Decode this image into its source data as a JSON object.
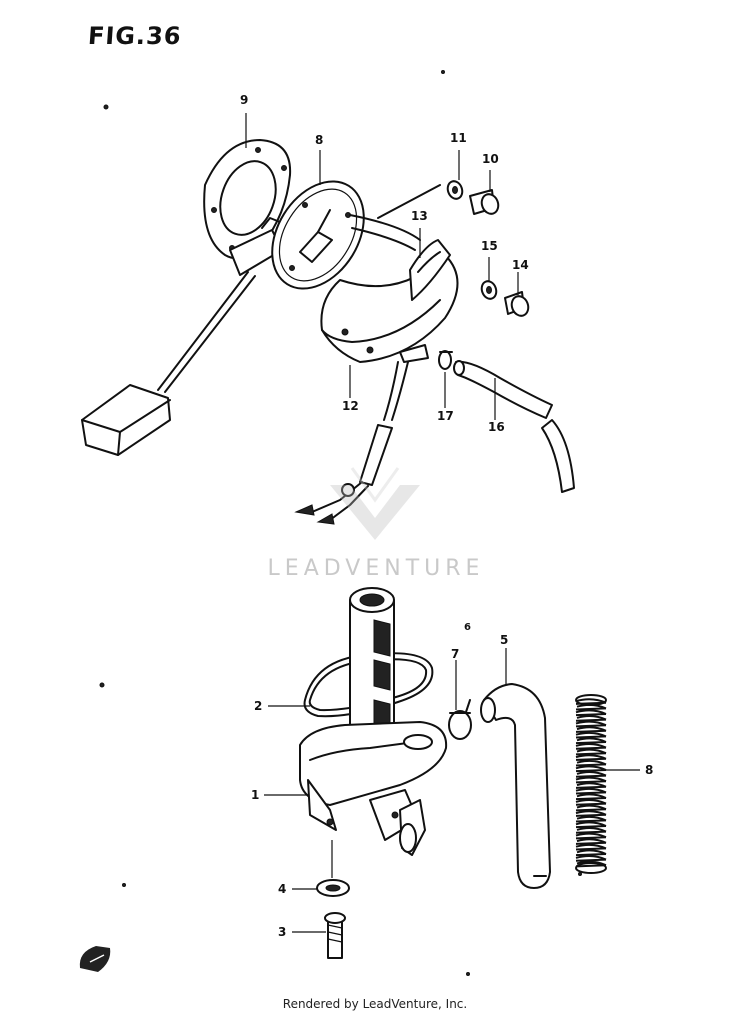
{
  "figure": {
    "title": "FIG.36"
  },
  "callouts": {
    "c1": "1",
    "c2": "2",
    "c3": "3",
    "c4": "4",
    "c5": "5",
    "c6": "6",
    "c7": "7",
    "c8_lower": "8",
    "c8_upper": "8",
    "c9": "9",
    "c10": "10",
    "c11": "11",
    "c12": "12",
    "c13": "13",
    "c14": "14",
    "c15": "15",
    "c16": "16",
    "c17": "17"
  },
  "watermark": {
    "text": "LEADVENTURE"
  },
  "footer": {
    "text": "Rendered by LeadVenture, Inc."
  }
}
